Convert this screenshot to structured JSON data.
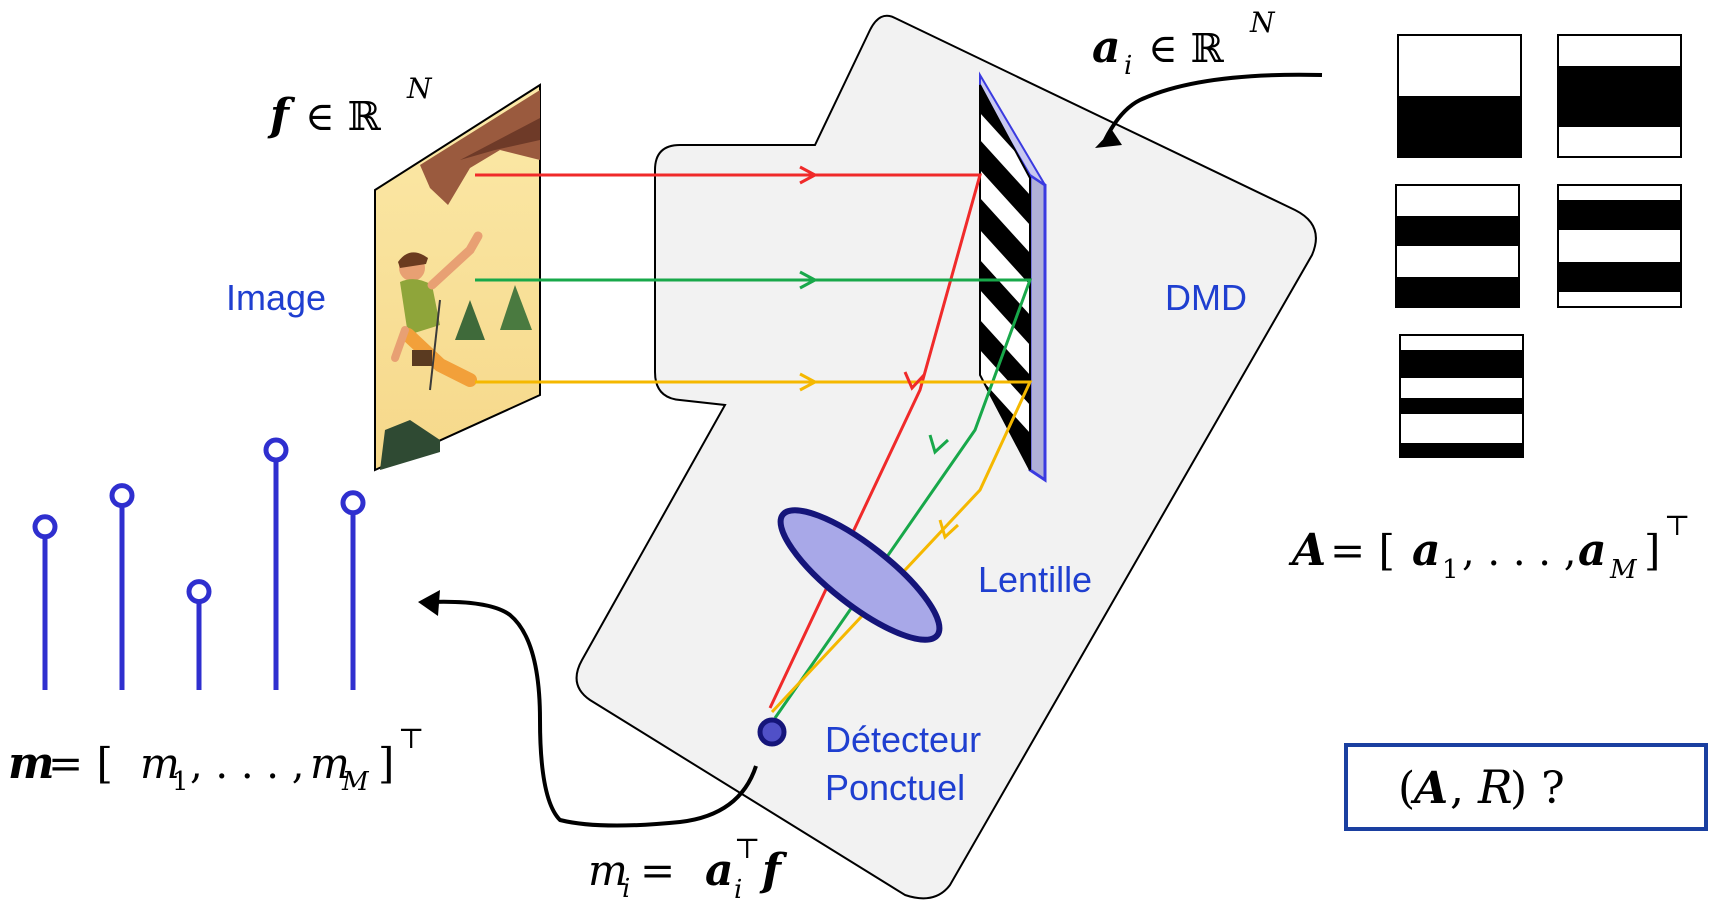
{
  "labels": {
    "image": "Image",
    "dmd": "DMD",
    "lens": "Lentille",
    "detector_line1": "Détecteur",
    "detector_line2": "Ponctuel"
  },
  "equations": {
    "f_vec": "f",
    "in_RN": "∈ ℝ",
    "sup_N": "N",
    "a_i": "a",
    "sub_i": "i",
    "A_eq_1": "A",
    "A_eq_2": " = [",
    "A_eq_3": "a",
    "A_eq_4": "1",
    "A_eq_5": ", . . . , ",
    "A_eq_6": "a",
    "A_eq_7": "M",
    "A_eq_8": "]",
    "transpose": "⊤",
    "m_eq_1": "m",
    "m_eq_2": " = [",
    "m_eq_3": "m",
    "m_eq_4": "1",
    "m_eq_5": ", . . . , ",
    "m_eq_6": "m",
    "m_eq_7": "M",
    "m_eq_8": "]",
    "mi_1": "m",
    "mi_2": "i",
    "mi_3": " = ",
    "mi_4": "a",
    "mi_5": "i",
    "mi_6": "f",
    "question_1": "(",
    "question_2": "A",
    "question_3": ", ",
    "question_4": "R",
    "question_5": ") ?"
  },
  "colors": {
    "label_blue": "#1f3fd0",
    "stem_blue": "#2f2fcf",
    "ray_red": "#f02a2a",
    "ray_green": "#18a84a",
    "ray_yellow": "#f5b800",
    "panel_gray": "#f2f2f2",
    "box_border": "#1a3fa0",
    "lens_fill": "#a8a8e8",
    "lens_stroke": "#15157a"
  },
  "stem_plot_values": [
    0.68,
    0.81,
    0.41,
    1.0,
    0.78
  ],
  "patterns": [
    {
      "id": "p1",
      "bands": "lower half black"
    },
    {
      "id": "p2",
      "bands": "middle band black"
    },
    {
      "id": "p3",
      "bands": "two black bands"
    },
    {
      "id": "p4",
      "bands": "two black bands"
    },
    {
      "id": "p5",
      "bands": "three black bands"
    }
  ]
}
